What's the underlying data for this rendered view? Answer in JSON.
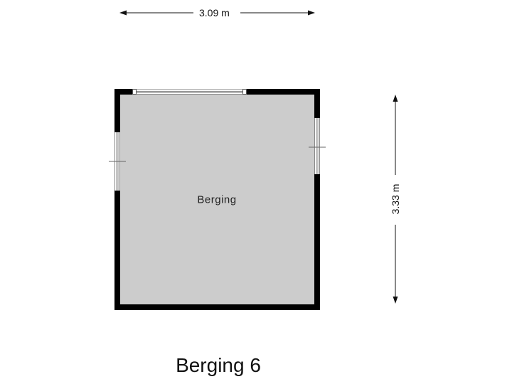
{
  "plan": {
    "title": "Berging 6",
    "rooms": [
      {
        "label": "Berging"
      }
    ],
    "dimensions": {
      "width": "3.09 m",
      "height": "3.33 m"
    }
  },
  "colors": {
    "wall": "#000000",
    "floor": "#cccccc",
    "window_frame": "#888888",
    "dimension_line": "#111111",
    "background": "#ffffff"
  }
}
